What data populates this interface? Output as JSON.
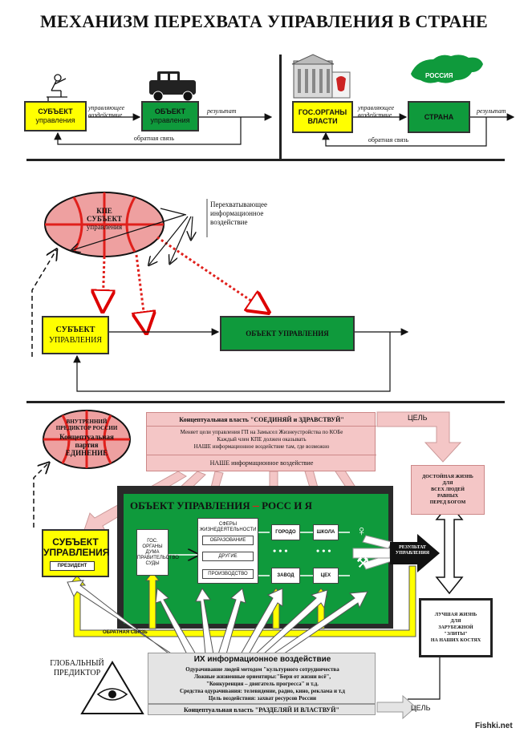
{
  "title": "МЕХАНИЗМ ПЕРЕХВАТА УПРАВЛЕНИЯ В СТРАНЕ",
  "top_left": {
    "subject_line1": "СУБЪЕКТ",
    "subject_line2": "управления",
    "control_line1": "управляющее",
    "control_line2": "воздействие",
    "object_line1": "ОБЪЕКТ",
    "object_line2": "управления",
    "result": "результат",
    "feedback": "обратная связь"
  },
  "top_right": {
    "gov_line1": "ГОС.ОРГАНЫ",
    "gov_line2": "ВЛАСТИ",
    "control_line1": "управляющее",
    "control_line2": "воздействие",
    "country": "СТРАНА",
    "result": "результат",
    "feedback": "обратная связь",
    "map_label": "РОССИЯ"
  },
  "middle": {
    "kpe_line1": "КПЕ",
    "kpe_line2": "СУБЪЕКТ",
    "kpe_line3": "управления",
    "intercept_line1": "Перехватывающее",
    "intercept_line2": "информационное",
    "intercept_line3": "воздействие",
    "subject_line1": "СУБЪЕКТ",
    "subject_line2": "УПРАВЛЕНИЯ",
    "object_text": "ОБЪЕКТ  УПРАВЛЕНИЯ"
  },
  "bottom": {
    "inner_line1": "ВНУТРЕННИЙ",
    "inner_line2": "ПРЕДИКТОР РОССИИ",
    "inner_line3": "Концептуальная",
    "inner_line4": "партия",
    "inner_line5": "ЕДИНЕНИЕ",
    "conceptual_power": "Концептуальная власть \"СОЕДИНЯЙ и ЗДРАВСТВУЙ\"",
    "goal_top": "ЦЕЛЬ",
    "pink_line1": "Меняет цели управления ГП на Замысел Жизнеустройства по КОБе",
    "pink_line2": "Каждый член КПЕ должен оказывать",
    "pink_line3": "НАШЕ информационное воздействие там, где возможно",
    "our_influence": "НАШЕ информационное воздействие",
    "object_title": "ОБЪЕКТ    УПРАВЛЕНИЯ",
    "object_dash": "–",
    "object_country": "РОСС И Я",
    "gov_organs": "ГОС. ОРГАНЫ ДУМА ПРАВИТЕЛЬСТВО СУДЫ",
    "spheres": "СФЕРЫ ЖИЗНЕДЕЯТЕЛЬНОСТИ",
    "education": "ОБРАЗОВАНИЕ",
    "others": "ДРУГИЕ",
    "production": "ПРОИЗВОДСТВО",
    "city": "ГОРОДО",
    "school": "ШКОЛА",
    "plant": "ЗАВОД",
    "shop": "ЦЕХ",
    "dots": "• • •",
    "result_line1": "РЕЗУЛЬТАТ",
    "result_line2": "УПРАВЛЕНИЯ",
    "subject_line1": "СУБЪЕКТ",
    "subject_line2": "УПРАВЛЕНИЯ",
    "president": "ПРЕЗИДЕНТ",
    "feedback": "ОБРАТНАЯ СВЯЗЬ",
    "decent_line1": "ДОСТОЙНАЯ ЖИЗНЬ",
    "decent_line2": "ДЛЯ",
    "decent_line3": "ВСЕХ  ЛЮДЕЙ",
    "decent_line4": "РАВНЫХ",
    "decent_line5": "ПЕРЕД  БОГОМ",
    "best_line1": "ЛУЧШАЯ ЖИЗНЬ",
    "best_line2": "ДЛЯ",
    "best_line3": "ЗАРУБЕЖНОЙ",
    "best_line4": "\"ЭЛИТЫ\"",
    "best_line5": "НА НАШИХ КОСТЯХ",
    "global_line1": "ГЛОБАЛЬНЫЙ",
    "global_line2": "ПРЕДИКТОР",
    "their_title": "ИХ информационное воздействие",
    "their_line1": "Одурачивание людей методом \"культурного сотрудничества",
    "their_line2": "Ложные жизненные ориентиры:\"Бери от жизни всё\",",
    "their_line3": "\"Конкуренция –  двигатель прогресса\" и т.д.",
    "their_line4": "Средства одурачивания: телевидение, радио, кино, реклама и т.д",
    "their_line5": "Цель воздействия: захват ресурсов России",
    "global_power": "Концептуальная власть \"РАЗДЕЛЯЙ И ВЛАСТВУЙ\"",
    "goal_bottom": "ЦЕЛЬ",
    "watermark": "Fishki.net"
  },
  "colors": {
    "yellow": "#ffff00",
    "green": "#0f9a3c",
    "pink": "#f4c6c6",
    "kpe_pink": "#eea0a0",
    "red": "#e0201c",
    "dark_frame": "#2a2a2a"
  }
}
